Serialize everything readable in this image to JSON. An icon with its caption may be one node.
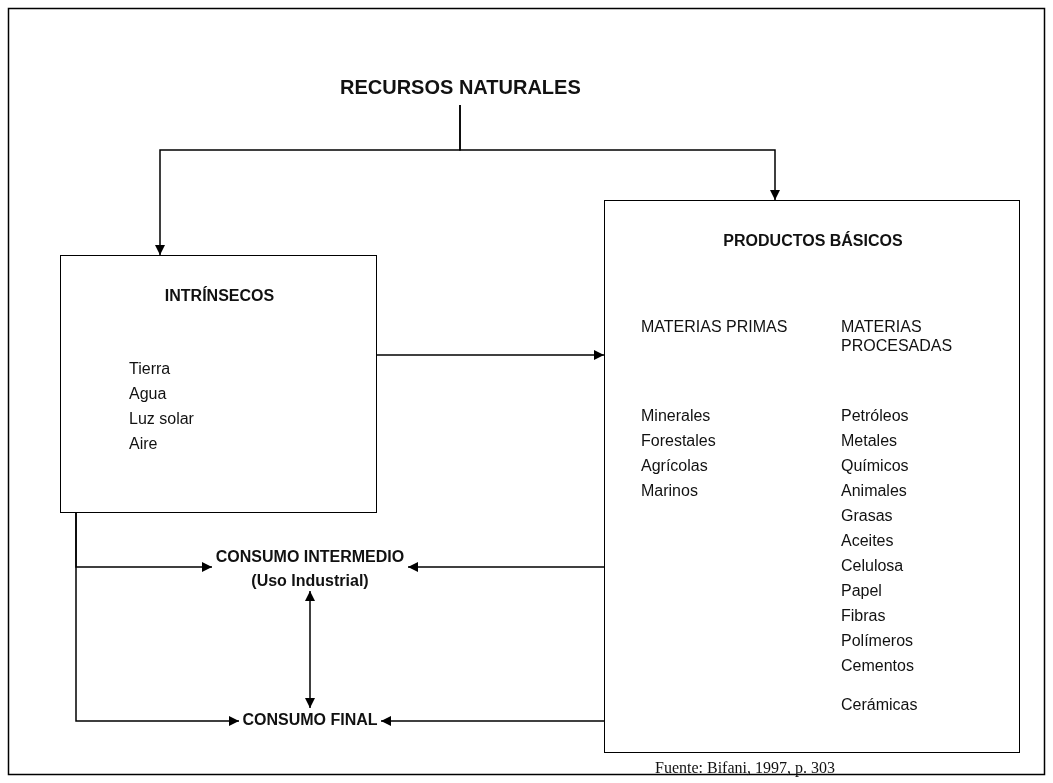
{
  "diagram": {
    "caption": "Fuente: Bifani, 1997, p. 303",
    "nodes": [
      {
        "text": [
          "RECURSOS NATURALES"
        ]
      },
      {
        "text": [
          "INTRÍNSECOS",
          "Tierra",
          "Agua",
          "Luz solar",
          "Aire"
        ]
      },
      {
        "text": [
          "PRODUCTOS BÁSICOS",
          "MATERIAS PRIMAS",
          "MATERIAS PROCESADAS",
          "Minerales",
          "Forestales",
          "Agrícolas",
          "Marinos",
          "Petróleos",
          "Metales",
          "Químicos",
          "Animales",
          "Grasas",
          "Aceites",
          "Celulosa",
          "Papel",
          "Fibras",
          "Polímeros",
          "Cementos",
          "Cerámicas"
        ]
      },
      {
        "text": [
          "CONSUMO INTERMEDIO",
          "(Uso Industrial)"
        ]
      },
      {
        "text": [
          "CONSUMO FINAL"
        ]
      }
    ],
    "edges": [
      {
        "from": 0,
        "to": 1,
        "arrow": "to"
      },
      {
        "from": 0,
        "to": 2,
        "arrow": "to"
      },
      {
        "from": 1,
        "to": 2,
        "arrow": "to"
      },
      {
        "from": 1,
        "to": 3,
        "arrow": "to"
      },
      {
        "from": 1,
        "to": 4,
        "arrow": "to"
      },
      {
        "from": 2,
        "to": 3,
        "arrow": "to"
      },
      {
        "from": 2,
        "to": 4,
        "arrow": "to"
      },
      {
        "from": 3,
        "to": 4,
        "arrow": "both"
      }
    ]
  }
}
